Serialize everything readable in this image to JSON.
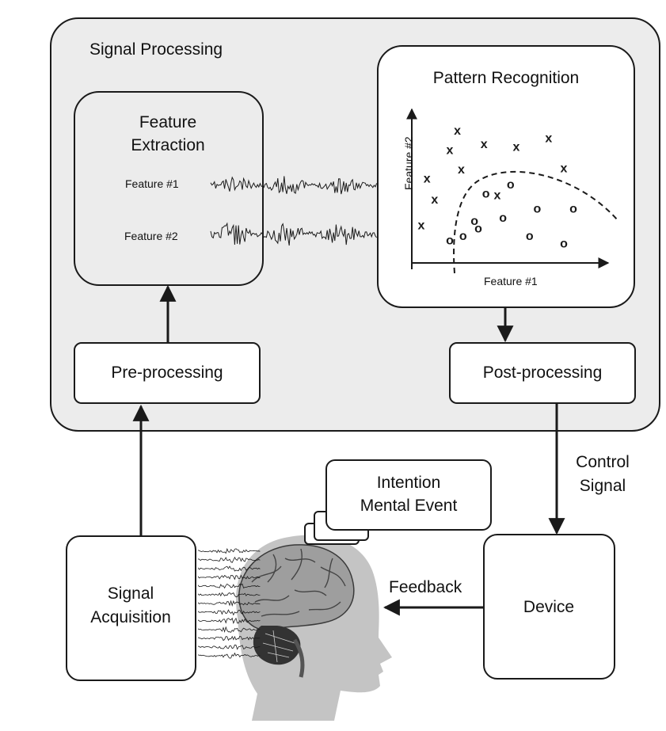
{
  "signal_processing": {
    "title": "Signal Processing"
  },
  "feature_extraction": {
    "title_line1": "Feature",
    "title_line2": "Extraction",
    "feature1_label": "Feature #1",
    "feature2_label": "Feature #2"
  },
  "pattern_recognition": {
    "title": "Pattern Recognition",
    "x_axis_label": "Feature #1",
    "y_axis_label": "Feature #2",
    "class_x_marker": "x",
    "class_o_marker": "o"
  },
  "pre_processing": {
    "label": "Pre-processing"
  },
  "post_processing": {
    "label": "Post-processing"
  },
  "control_signal": {
    "line1": "Control",
    "line2": "Signal"
  },
  "intention": {
    "line1": "Intention",
    "line2": "Mental Event"
  },
  "signal_acquisition": {
    "line1": "Signal",
    "line2": "Acquisition"
  },
  "device": {
    "label": "Device"
  },
  "feedback": {
    "label": "Feedback"
  },
  "colors": {
    "panel_background": "#ececec",
    "line": "#1a1a1a",
    "head_silhouette": "#c4c4c4",
    "brain": "#9e9e9e"
  },
  "chart_data": {
    "type": "scatter",
    "xlabel": "Feature #1",
    "ylabel": "Feature #2",
    "series": [
      {
        "marker": "x",
        "points": [
          [
            0.08,
            0.56
          ],
          [
            0.2,
            0.75
          ],
          [
            0.24,
            0.88
          ],
          [
            0.26,
            0.62
          ],
          [
            0.12,
            0.42
          ],
          [
            0.05,
            0.25
          ],
          [
            0.38,
            0.79
          ],
          [
            0.55,
            0.77
          ],
          [
            0.72,
            0.83
          ],
          [
            0.8,
            0.63
          ],
          [
            0.45,
            0.45
          ]
        ]
      },
      {
        "marker": "o",
        "points": [
          [
            0.2,
            0.15
          ],
          [
            0.27,
            0.18
          ],
          [
            0.33,
            0.28
          ],
          [
            0.39,
            0.46
          ],
          [
            0.35,
            0.23
          ],
          [
            0.48,
            0.3
          ],
          [
            0.52,
            0.52
          ],
          [
            0.62,
            0.18
          ],
          [
            0.66,
            0.36
          ],
          [
            0.8,
            0.13
          ],
          [
            0.85,
            0.36
          ]
        ]
      }
    ]
  }
}
